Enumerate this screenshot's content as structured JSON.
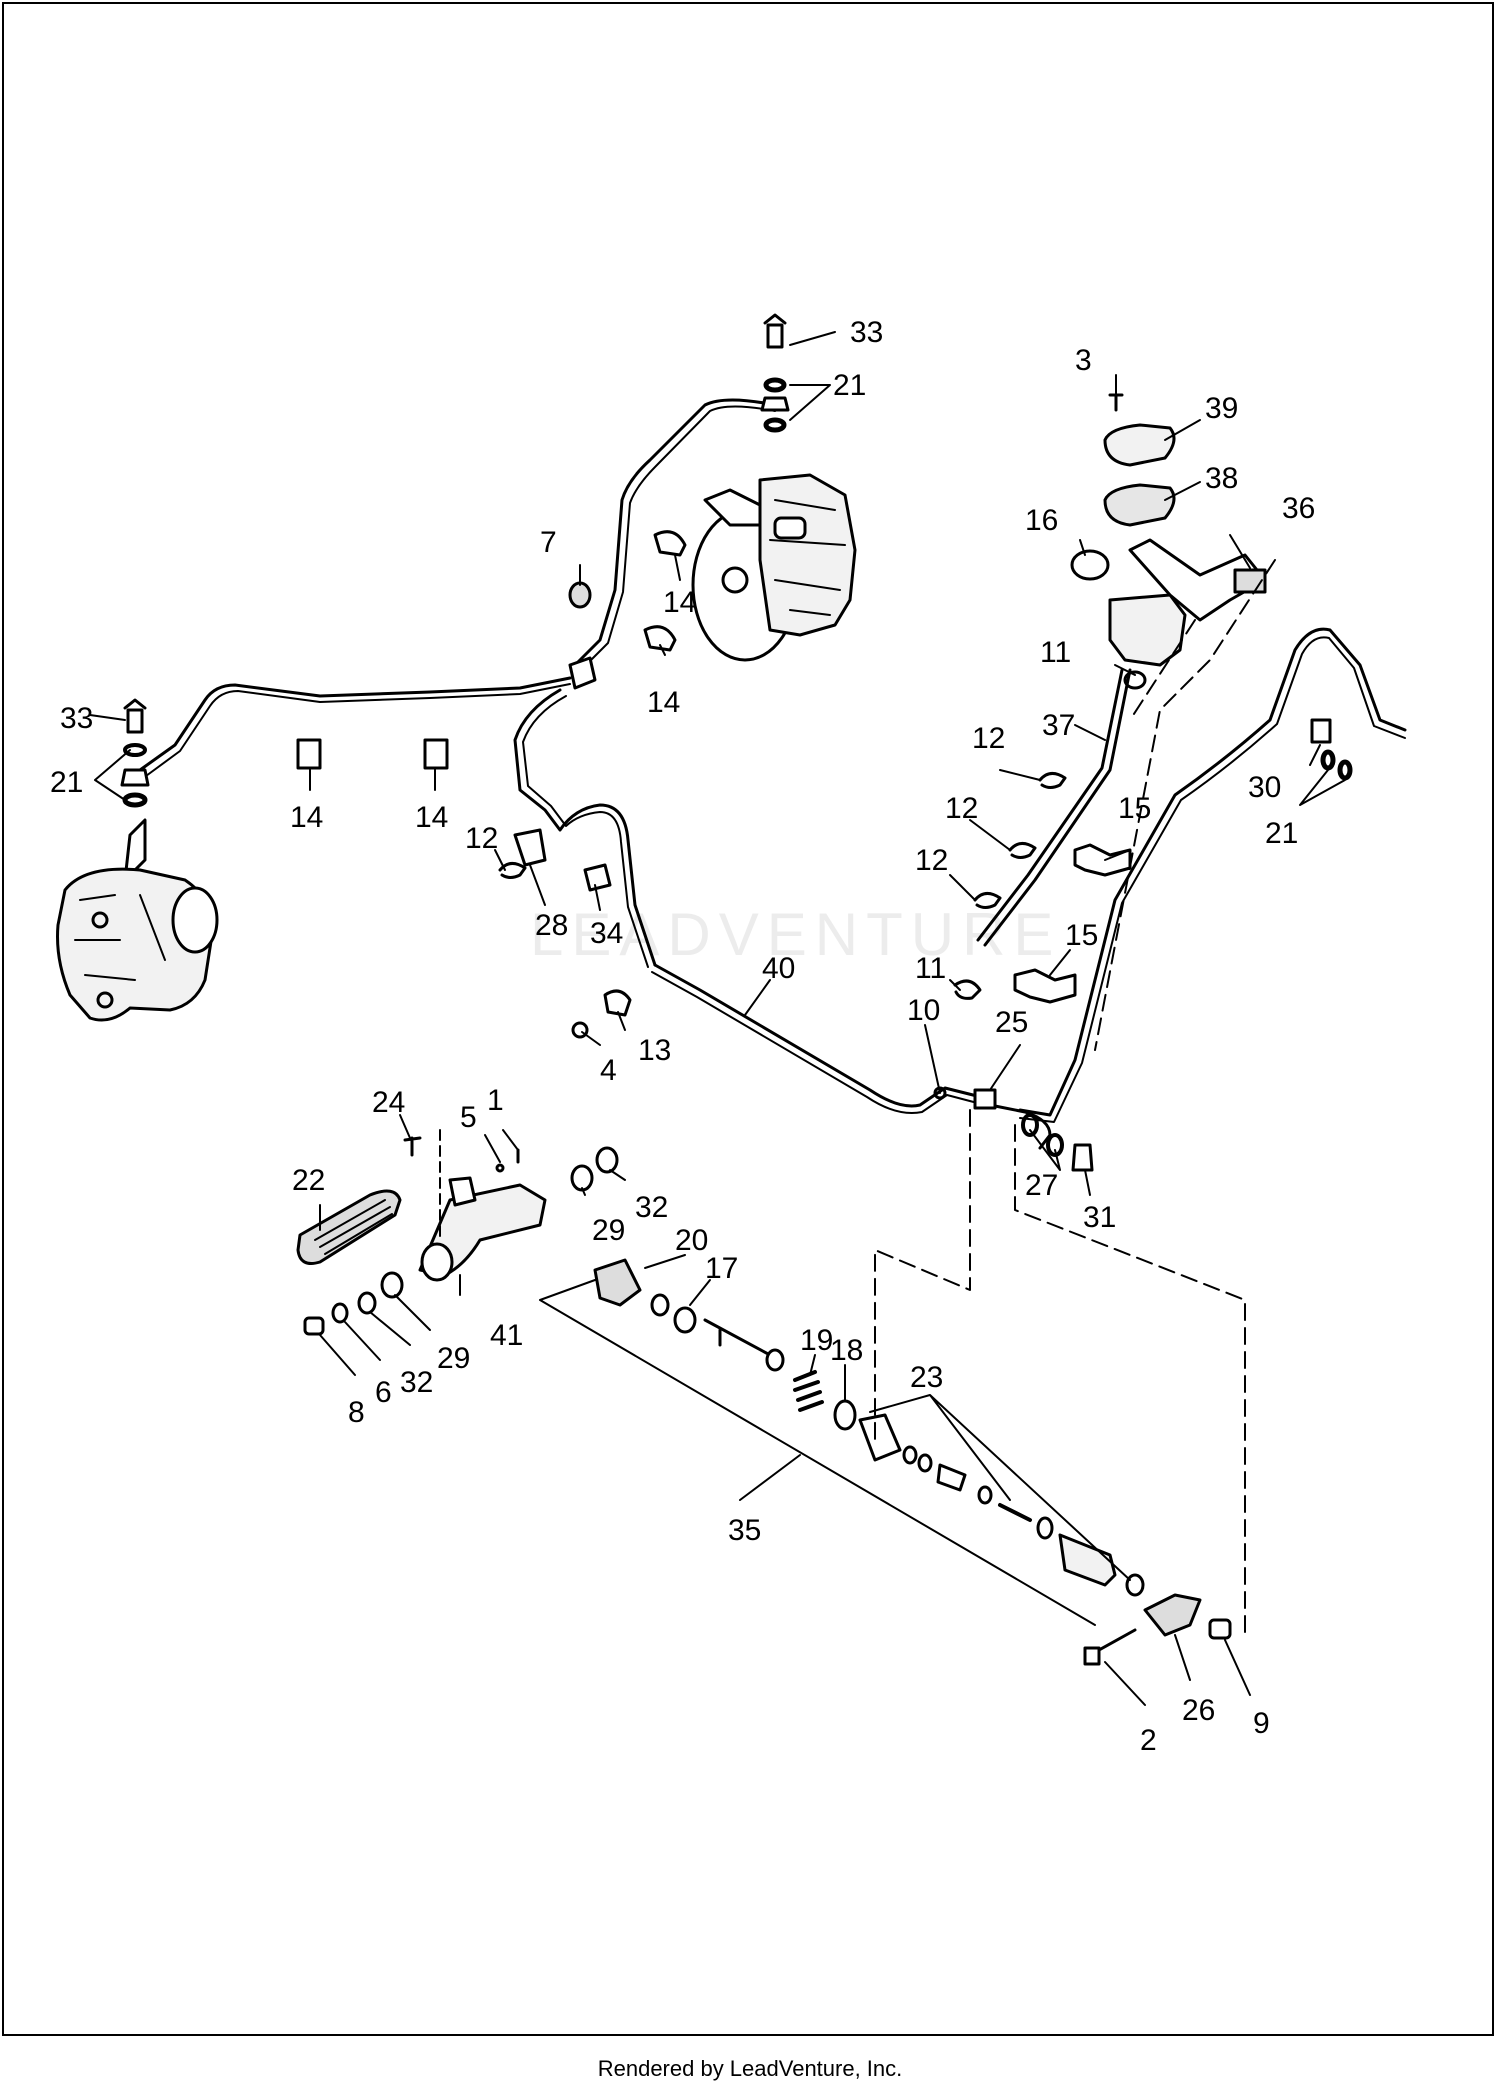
{
  "colors": {
    "line": "#000000",
    "fill": "#f2f2f2",
    "watermark": "#ececec",
    "background": "#ffffff"
  },
  "watermark_text": "LEADVENTURE",
  "footer": "Rendered by LeadVenture, Inc.",
  "callouts": [
    {
      "id": "c33a",
      "text": "33"
    },
    {
      "id": "c21a",
      "text": "21"
    },
    {
      "id": "c3",
      "text": "3"
    },
    {
      "id": "c39",
      "text": "39"
    },
    {
      "id": "c38",
      "text": "38"
    },
    {
      "id": "c36",
      "text": "36"
    },
    {
      "id": "c16",
      "text": "16"
    },
    {
      "id": "c7",
      "text": "7"
    },
    {
      "id": "c14a",
      "text": "14"
    },
    {
      "id": "c14b",
      "text": "14"
    },
    {
      "id": "c11a",
      "text": "11"
    },
    {
      "id": "c33b",
      "text": "33"
    },
    {
      "id": "c37",
      "text": "37"
    },
    {
      "id": "c21b",
      "text": "21"
    },
    {
      "id": "c12a",
      "text": "12"
    },
    {
      "id": "c30",
      "text": "30"
    },
    {
      "id": "c14c",
      "text": "14"
    },
    {
      "id": "c14d",
      "text": "14"
    },
    {
      "id": "c21c",
      "text": "21"
    },
    {
      "id": "c12b",
      "text": "12"
    },
    {
      "id": "c15a",
      "text": "15"
    },
    {
      "id": "c12c",
      "text": "12"
    },
    {
      "id": "c12d",
      "text": "12"
    },
    {
      "id": "c28",
      "text": "28"
    },
    {
      "id": "c34",
      "text": "34"
    },
    {
      "id": "c15b",
      "text": "15"
    },
    {
      "id": "c40",
      "text": "40"
    },
    {
      "id": "c11b",
      "text": "11"
    },
    {
      "id": "c10",
      "text": "10"
    },
    {
      "id": "c25",
      "text": "25"
    },
    {
      "id": "c13",
      "text": "13"
    },
    {
      "id": "c4",
      "text": "4"
    },
    {
      "id": "c24",
      "text": "24"
    },
    {
      "id": "c5",
      "text": "5"
    },
    {
      "id": "c1",
      "text": "1"
    },
    {
      "id": "c27",
      "text": "27"
    },
    {
      "id": "c22",
      "text": "22"
    },
    {
      "id": "c32a",
      "text": "32"
    },
    {
      "id": "c31",
      "text": "31"
    },
    {
      "id": "c29a",
      "text": "29"
    },
    {
      "id": "c20",
      "text": "20"
    },
    {
      "id": "c17",
      "text": "17"
    },
    {
      "id": "c19",
      "text": "19"
    },
    {
      "id": "c18",
      "text": "18"
    },
    {
      "id": "c23",
      "text": "23"
    },
    {
      "id": "c41",
      "text": "41"
    },
    {
      "id": "c29b",
      "text": "29"
    },
    {
      "id": "c32b",
      "text": "32"
    },
    {
      "id": "c6",
      "text": "6"
    },
    {
      "id": "c8",
      "text": "8"
    },
    {
      "id": "c35",
      "text": "35"
    },
    {
      "id": "c26",
      "text": "26"
    },
    {
      "id": "c9",
      "text": "9"
    },
    {
      "id": "c2",
      "text": "2"
    }
  ]
}
